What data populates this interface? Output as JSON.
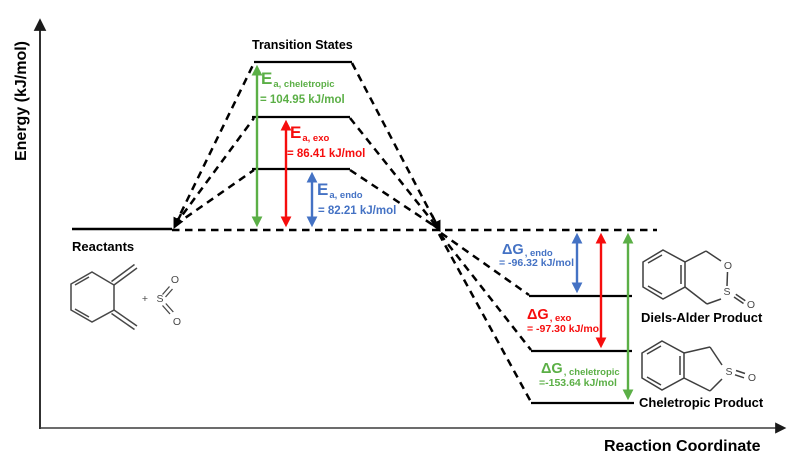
{
  "figure": {
    "y_axis_label": "Energy (kJ/mol)",
    "x_axis_label": "Reaction Coordinate",
    "transition_states_label": "Transition States",
    "reactants_label": "Reactants",
    "products": {
      "diels_alder": "Diels-Alder Product",
      "cheletropic": "Cheletropic Product"
    }
  },
  "activation": {
    "cheletropic": {
      "symbol": "E",
      "sub": "a, cheletropic",
      "value": "= 104.95 kJ/mol"
    },
    "exo": {
      "symbol": "E",
      "sub": "a, exo",
      "value": "= 86.41 kJ/mol"
    },
    "endo": {
      "symbol": "E",
      "sub": "a, endo",
      "value": "= 82.21 kJ/mol"
    }
  },
  "gibbs": {
    "endo": {
      "symbol": "ΔG",
      "sub": ", endo",
      "value": "= -96.32 kJ/mol"
    },
    "exo": {
      "symbol": "ΔG",
      "sub": ", exo",
      "value": "= -97.30 kJ/mol"
    },
    "cheletropic": {
      "symbol": "ΔG",
      "sub": ", cheletropic",
      "value": "=-153.64 kJ/mol"
    }
  },
  "atoms": {
    "plus": "+",
    "S": "S",
    "O": "O"
  },
  "colors": {
    "cheletropic_green": "#5BAF46",
    "exo_red": "#F60D0D",
    "endo_blue": "#4472C4",
    "line_black": "#000000"
  },
  "chart_data": {
    "type": "line",
    "subtype": "reaction-coordinate-energy-diagram",
    "title": "",
    "xlabel": "Reaction Coordinate",
    "ylabel": "Energy (kJ/mol)",
    "reference_level": {
      "name": "Reactants",
      "energy_kJ_per_mol": 0
    },
    "series": [
      {
        "name": "endo Diels-Alder pathway",
        "color": "#4472C4",
        "activation_energy_kJ_per_mol": 82.21,
        "delta_G_kJ_per_mol": -96.32
      },
      {
        "name": "exo Diels-Alder pathway",
        "color": "#F60D0D",
        "activation_energy_kJ_per_mol": 86.41,
        "delta_G_kJ_per_mol": -97.3
      },
      {
        "name": "cheletropic pathway",
        "color": "#5BAF46",
        "activation_energy_kJ_per_mol": 104.95,
        "delta_G_kJ_per_mol": -153.64
      }
    ],
    "annotations": [
      "Transition States",
      "Reactants",
      "Diels-Alder Product",
      "Cheletropic Product"
    ],
    "legend": "none",
    "grid": false
  }
}
